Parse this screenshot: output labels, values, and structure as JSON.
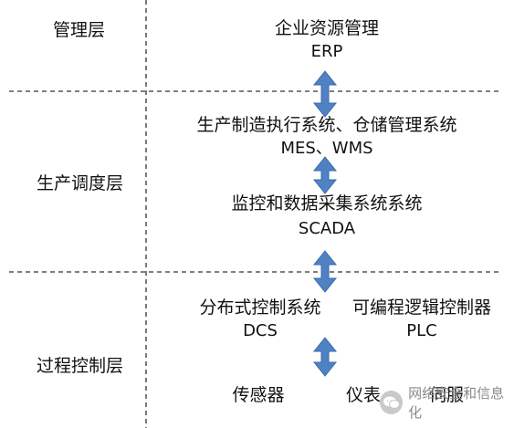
{
  "layers": {
    "management": "管理层",
    "scheduling": "生产调度层",
    "process": "过程控制层"
  },
  "erp": {
    "title": "企业资源管理",
    "abbr": "ERP"
  },
  "mes": {
    "title": "生产制造执行系统、仓储管理系统",
    "abbr": "MES、WMS"
  },
  "scada": {
    "title": "监控和数据采集系统系统",
    "abbr": "SCADA"
  },
  "dcs": {
    "title": "分布式控制系统",
    "abbr": "DCS"
  },
  "plc": {
    "title": "可编程逻辑控制器",
    "abbr": "PLC"
  },
  "field": {
    "sensor": "传感器",
    "instrument": "仪表",
    "servo": "伺服"
  },
  "watermark": {
    "text": "网络安全和信息化",
    "icon": "wechat-icon"
  },
  "colors": {
    "arrow_fill": "#4f82c4",
    "arrow_stroke": "#3a6aa8",
    "dashed_line": "#333333",
    "text": "#111111"
  }
}
